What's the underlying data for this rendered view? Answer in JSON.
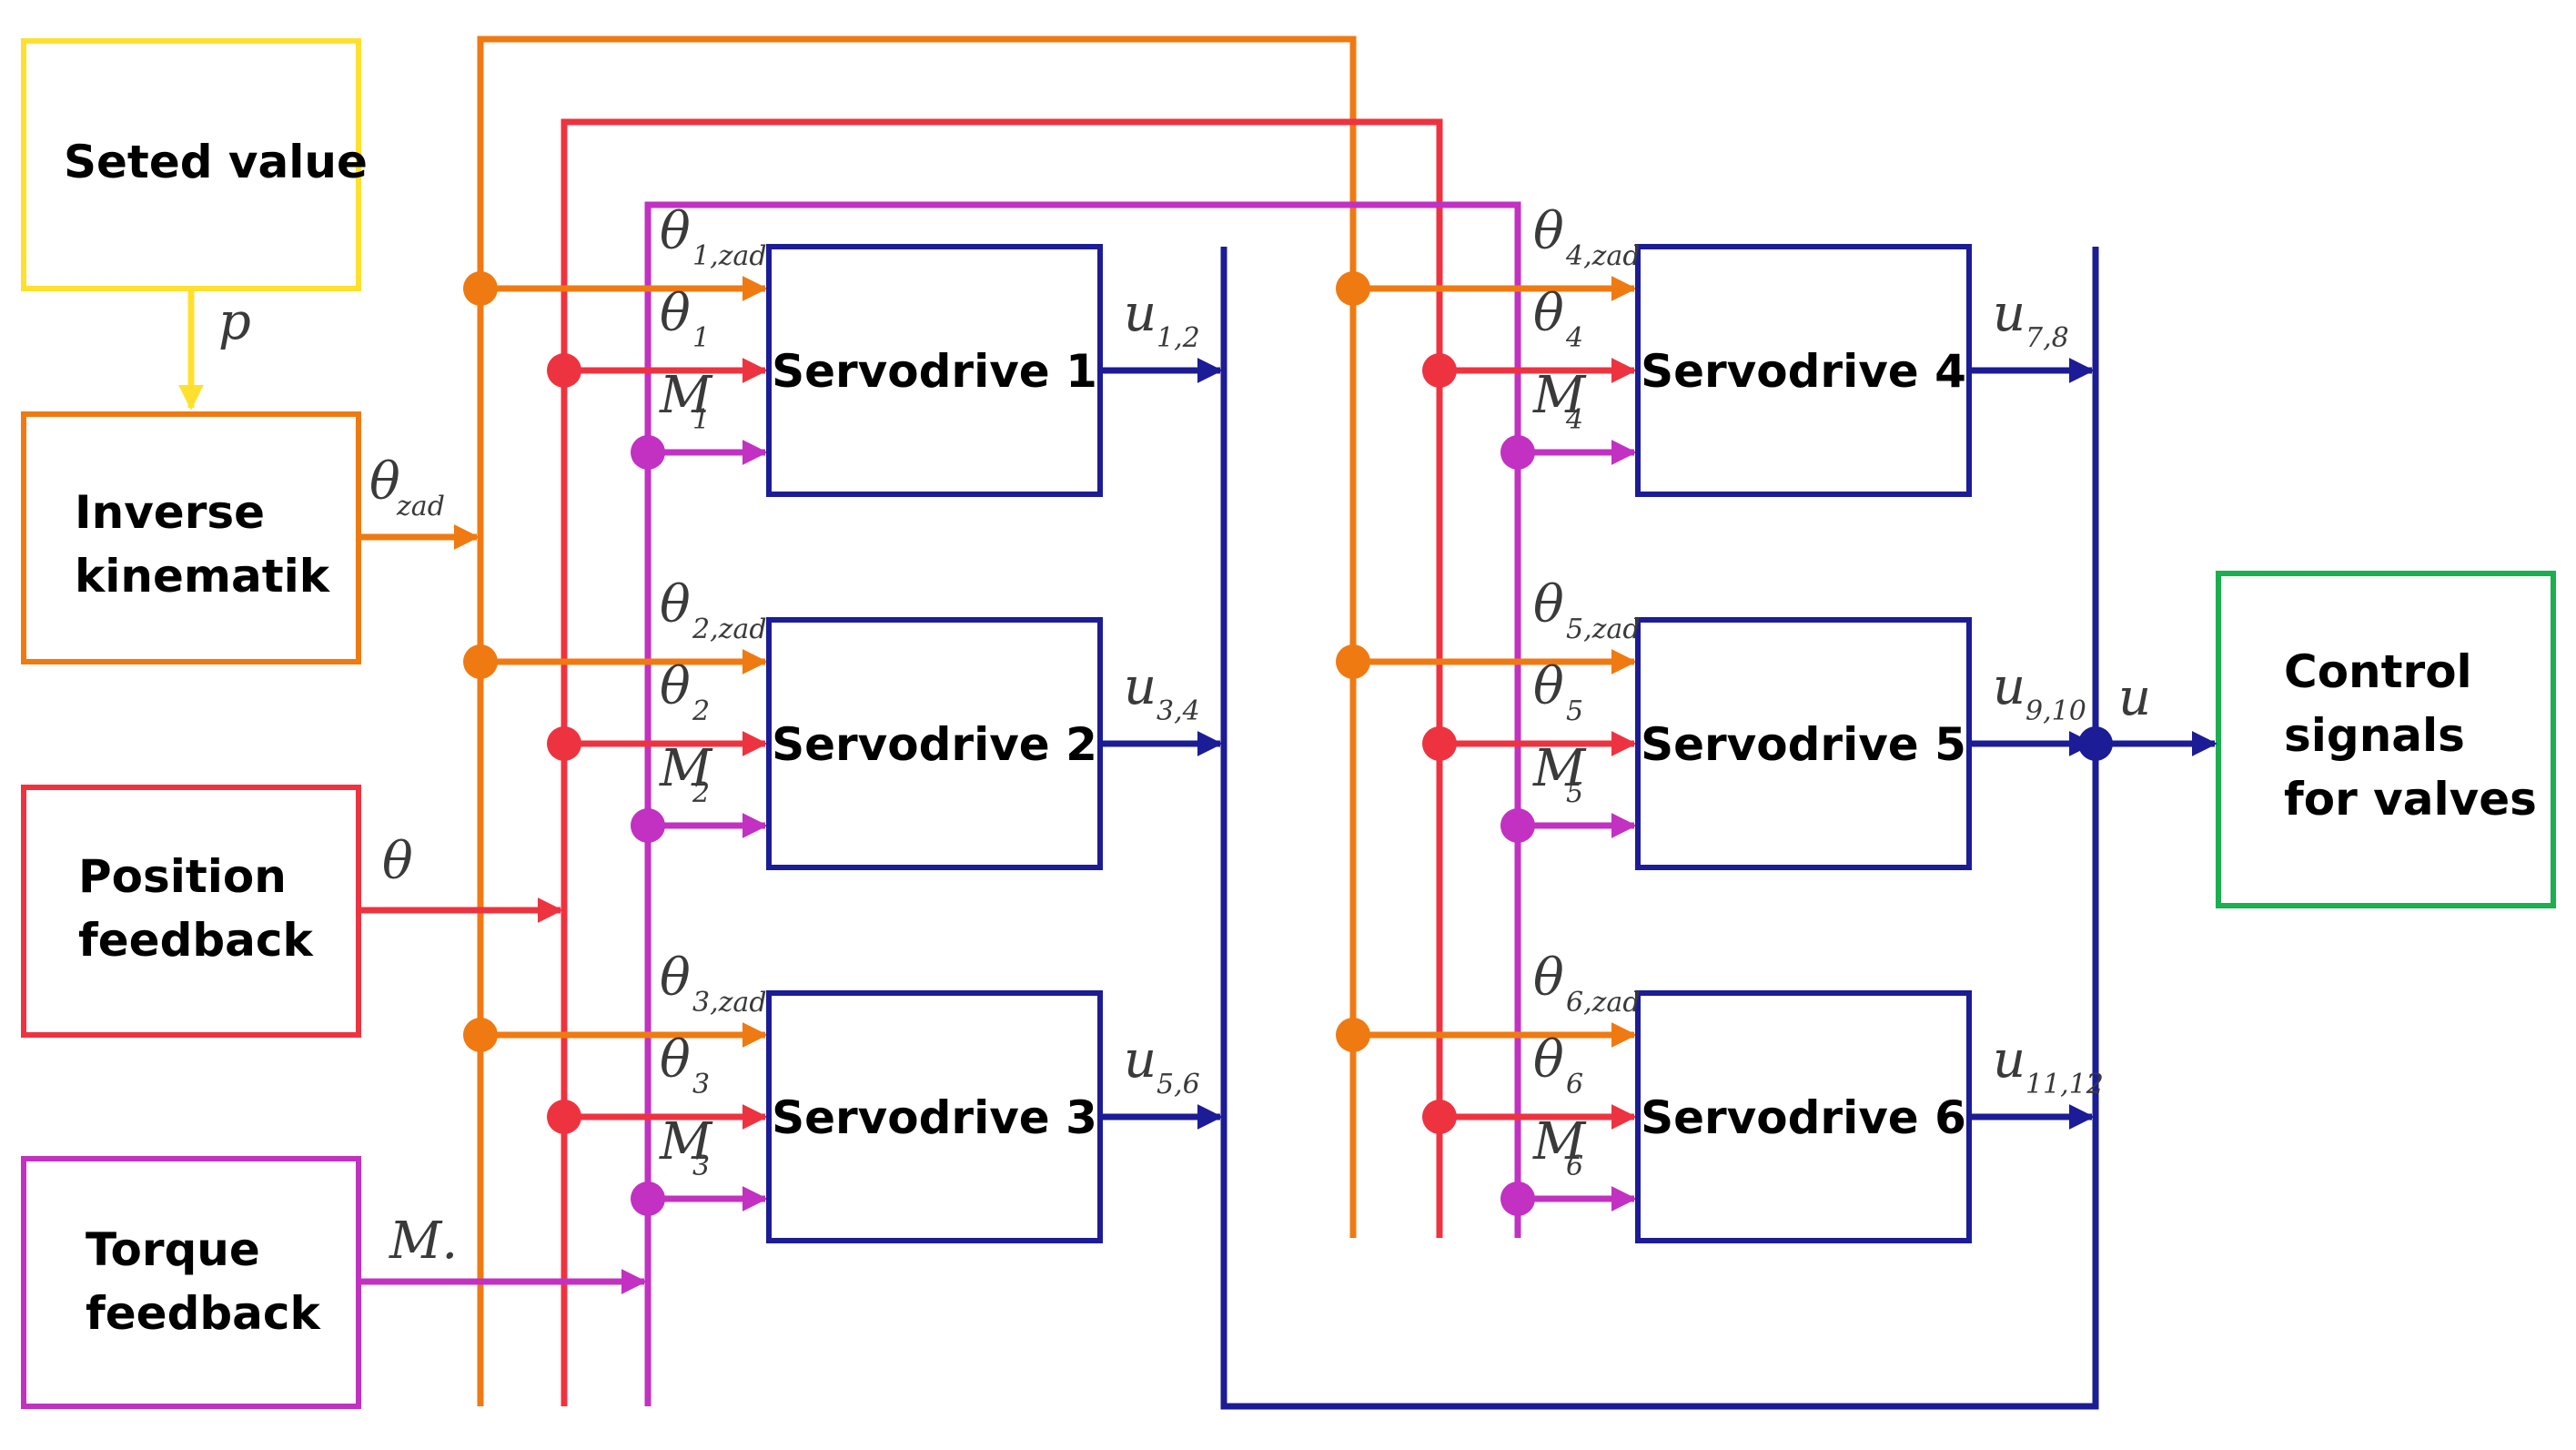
{
  "colors": {
    "yellow": "#ffe02e",
    "orange": "#ef7a12",
    "red": "#ee3340",
    "magenta": "#c231c2",
    "navy": "#1c1c96",
    "green": "#1aaf4f"
  },
  "blocks": {
    "seted_value": "Seted value",
    "inverse_line1": "Inverse",
    "inverse_line2": "kinematik",
    "position_line1": "Position",
    "position_line2": "feedback",
    "torque_line1": "Torque",
    "torque_line2": "feedback",
    "control_line1": "Control",
    "control_line2": "signals",
    "control_line3": "for valves"
  },
  "signals": {
    "p": "p",
    "theta": "θ",
    "zad": "zad",
    "M": "M.",
    "u": "u"
  },
  "servodrives": [
    {
      "name": "Servodrive 1",
      "theta": "θ",
      "M": "M",
      "zad_sub": "1,zad",
      "sub": "1",
      "u": "u",
      "u_sub": "1,2"
    },
    {
      "name": "Servodrive 2",
      "theta": "θ",
      "M": "M",
      "zad_sub": "2,zad",
      "sub": "2",
      "u": "u",
      "u_sub": "3,4"
    },
    {
      "name": "Servodrive 3",
      "theta": "θ",
      "M": "M",
      "zad_sub": "3,zad",
      "sub": "3",
      "u": "u",
      "u_sub": "5,6"
    },
    {
      "name": "Servodrive 4",
      "theta": "θ",
      "M": "M",
      "zad_sub": "4,zad",
      "sub": "4",
      "u": "u",
      "u_sub": "7,8"
    },
    {
      "name": "Servodrive 5",
      "theta": "θ",
      "M": "M",
      "zad_sub": "5,zad",
      "sub": "5",
      "u": "u",
      "u_sub": "9,10"
    },
    {
      "name": "Servodrive 6",
      "theta": "θ",
      "M": "M",
      "zad_sub": "6,zad",
      "sub": "6",
      "u": "u",
      "u_sub": "11,12"
    }
  ]
}
